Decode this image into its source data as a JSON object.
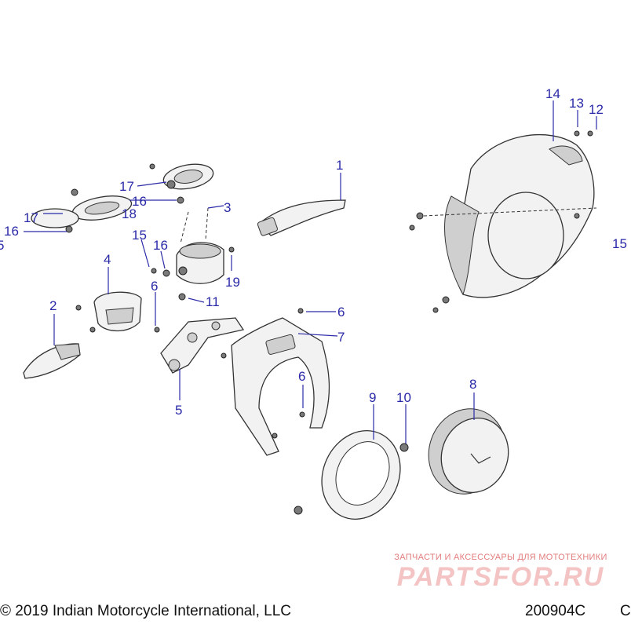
{
  "diagram": {
    "callouts": [
      {
        "id": "c1",
        "text": "1"
      },
      {
        "id": "c2",
        "text": "2"
      },
      {
        "id": "c3",
        "text": "3"
      },
      {
        "id": "c4",
        "text": "4"
      },
      {
        "id": "c5",
        "text": "5"
      },
      {
        "id": "c6a",
        "text": "6"
      },
      {
        "id": "c6b",
        "text": "6"
      },
      {
        "id": "c6c",
        "text": "6"
      },
      {
        "id": "c7",
        "text": "7"
      },
      {
        "id": "c8",
        "text": "8"
      },
      {
        "id": "c9",
        "text": "9"
      },
      {
        "id": "c10",
        "text": "10"
      },
      {
        "id": "c11",
        "text": "11"
      },
      {
        "id": "c12",
        "text": "12"
      },
      {
        "id": "c13",
        "text": "13"
      },
      {
        "id": "c14",
        "text": "14"
      },
      {
        "id": "c15a",
        "text": "15"
      },
      {
        "id": "c15b",
        "text": "15"
      },
      {
        "id": "c15c",
        "text": "5"
      },
      {
        "id": "c16a",
        "text": "16"
      },
      {
        "id": "c16b",
        "text": "16"
      },
      {
        "id": "c16c",
        "text": "16"
      },
      {
        "id": "c17a",
        "text": "17"
      },
      {
        "id": "c17b",
        "text": "17"
      },
      {
        "id": "c18",
        "text": "18"
      },
      {
        "id": "c19",
        "text": "19"
      }
    ]
  },
  "footer": {
    "copyright": "© 2019 Indian Motorcycle International, LLC",
    "drawing_number": "200904C",
    "drawing_number_tail": "C"
  },
  "watermark": {
    "caption": "ЗАПЧАСТИ И АКСЕССУАРЫ ДЛЯ МОТОТЕХНИКИ",
    "brand": "PARTSFOR.RU"
  }
}
